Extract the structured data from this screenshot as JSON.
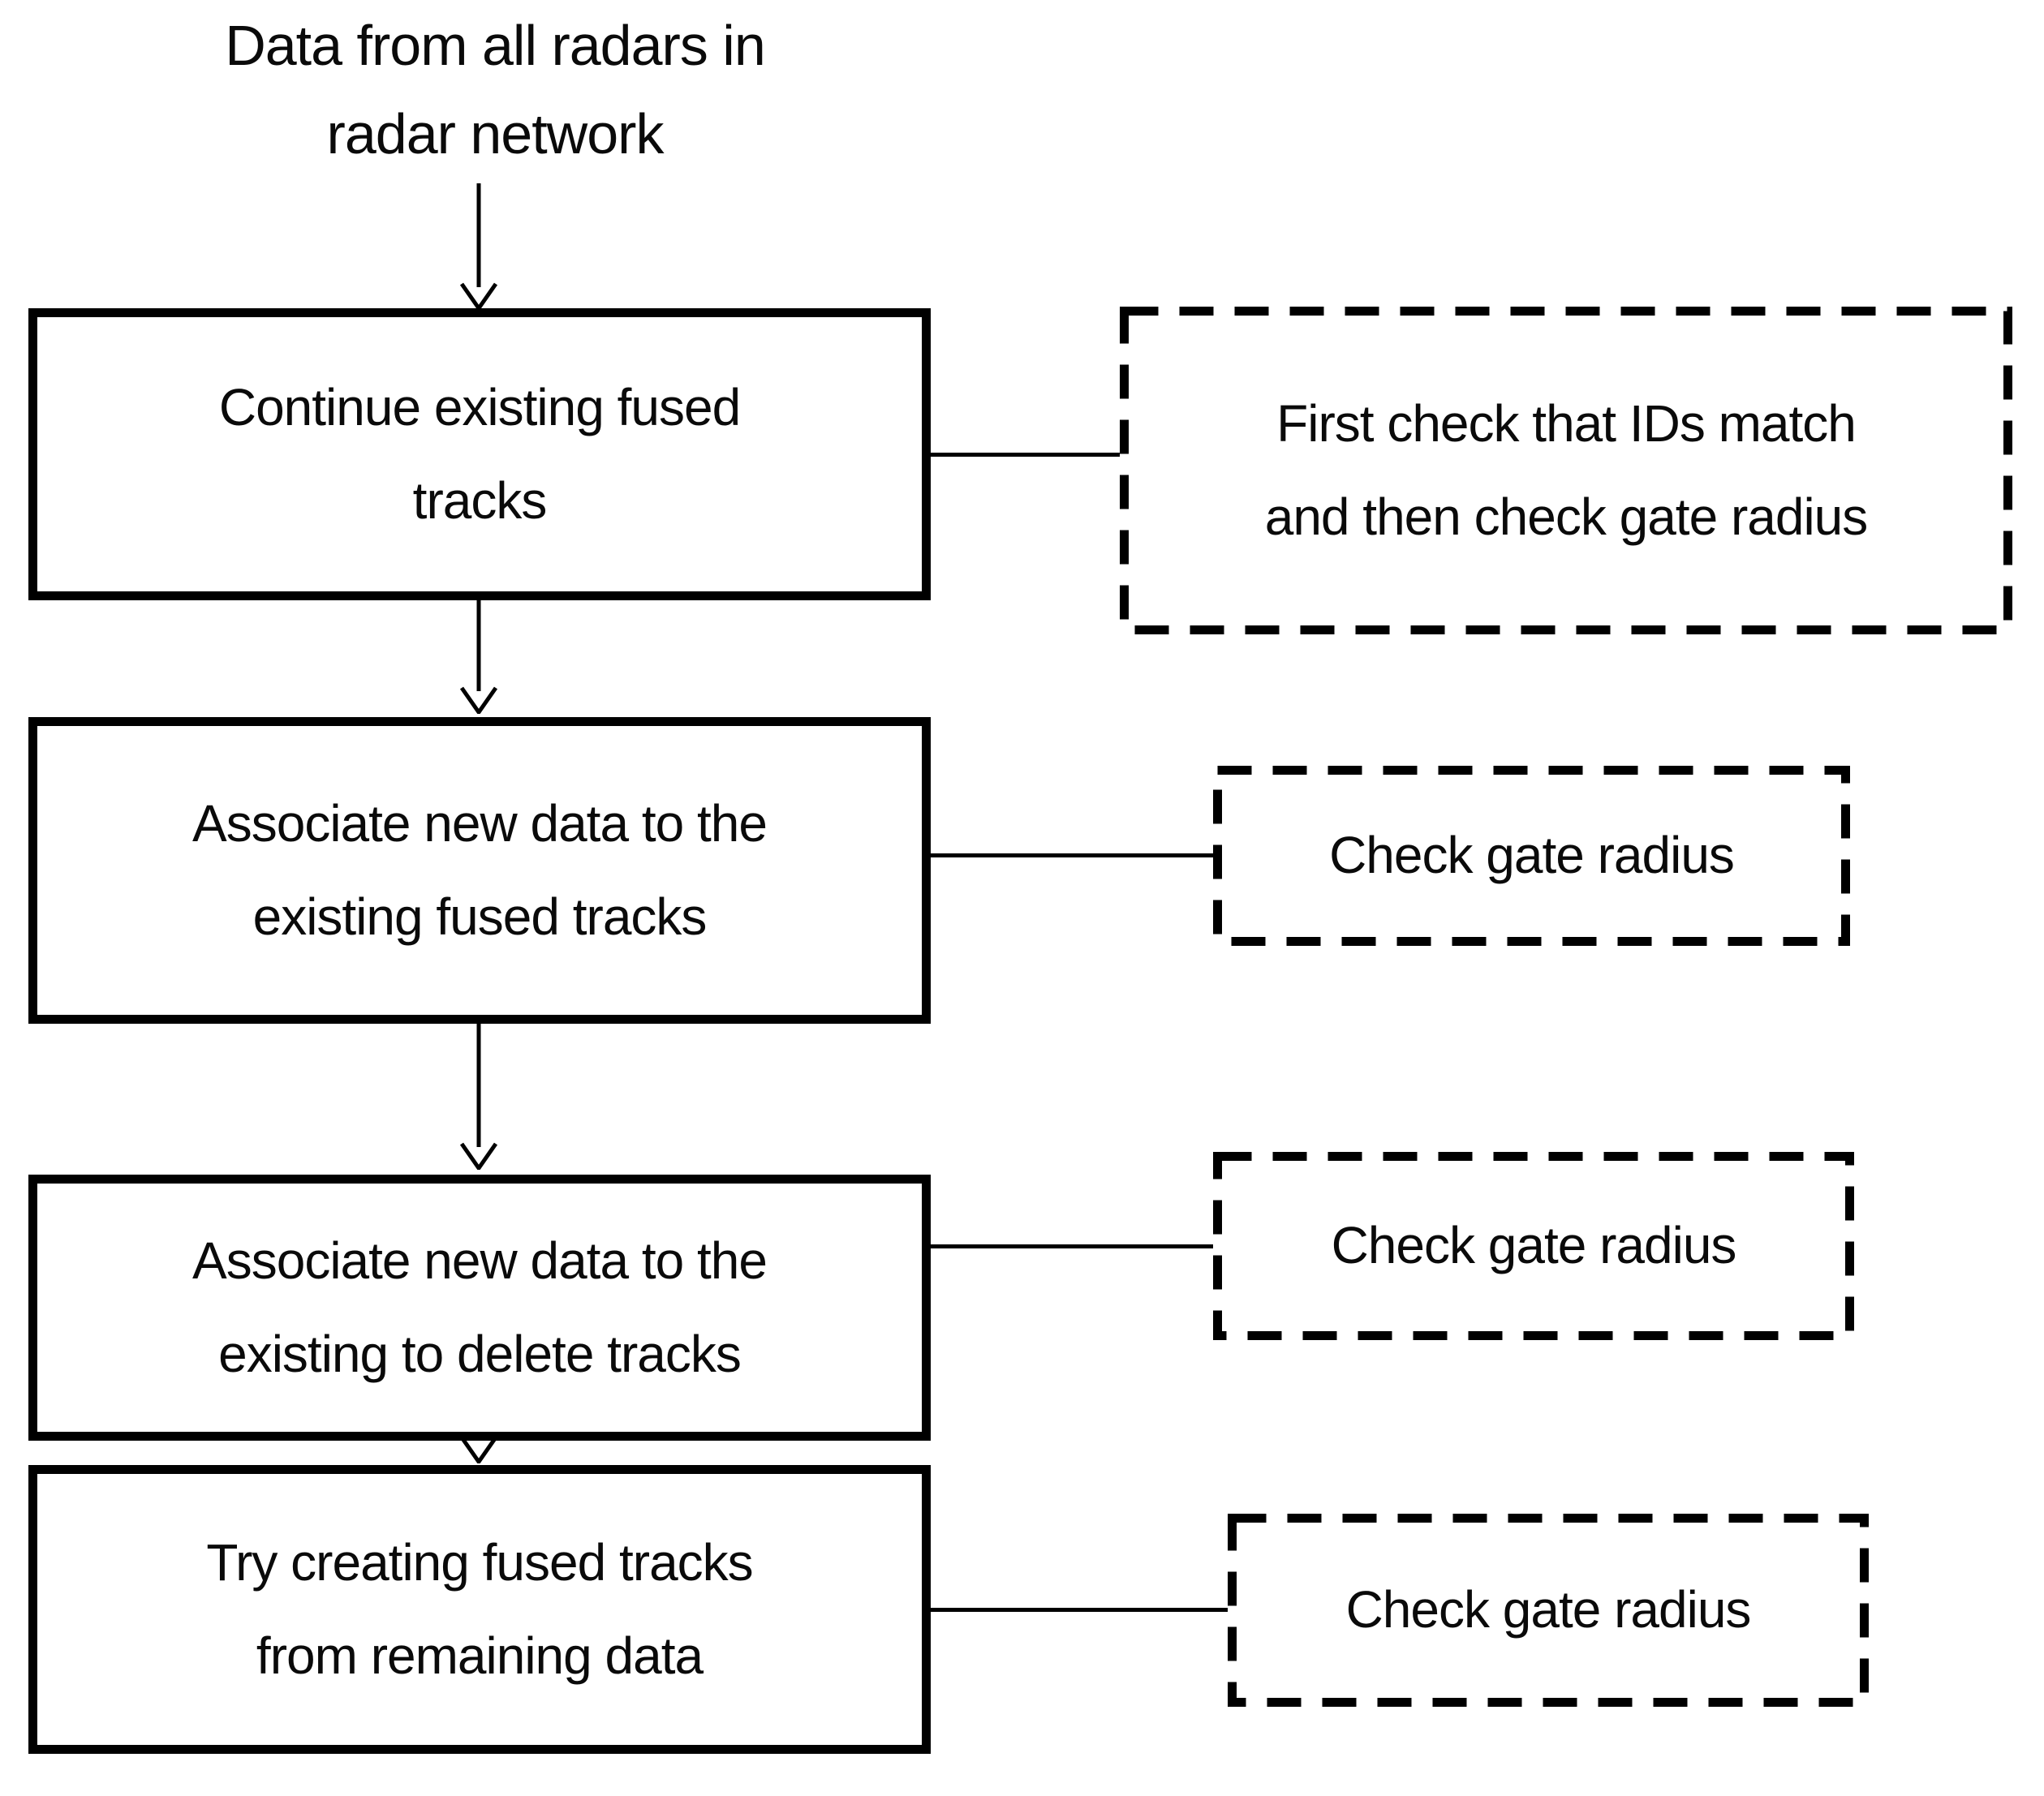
{
  "flow": {
    "source": {
      "line1": "Data from all radars in",
      "line2": "radar network"
    },
    "steps": [
      {
        "line1": "Continue existing fused",
        "line2": "tracks"
      },
      {
        "line1": "Associate new data to the",
        "line2": "existing fused tracks"
      },
      {
        "line1": "Associate new data to the",
        "line2": "existing to delete tracks"
      },
      {
        "line1": "Try creating fused tracks",
        "line2": "from remaining data"
      }
    ],
    "annotations": [
      {
        "line1": "First check that IDs match",
        "line2": "and then check gate radius"
      },
      {
        "line1": "Check gate radius"
      },
      {
        "line1": "Check gate radius"
      },
      {
        "line1": "Check gate radius"
      }
    ],
    "edges": [
      "source -> step1",
      "step1 -> step2",
      "step2 -> step3",
      "step3 -> step4",
      "step1 -- annotation1",
      "step2 -- annotation2",
      "step3 -- annotation3",
      "step4 -- annotation4"
    ],
    "colors": {
      "line": "#000000",
      "background": "#ffffff",
      "text": "#0a0a0a"
    }
  }
}
